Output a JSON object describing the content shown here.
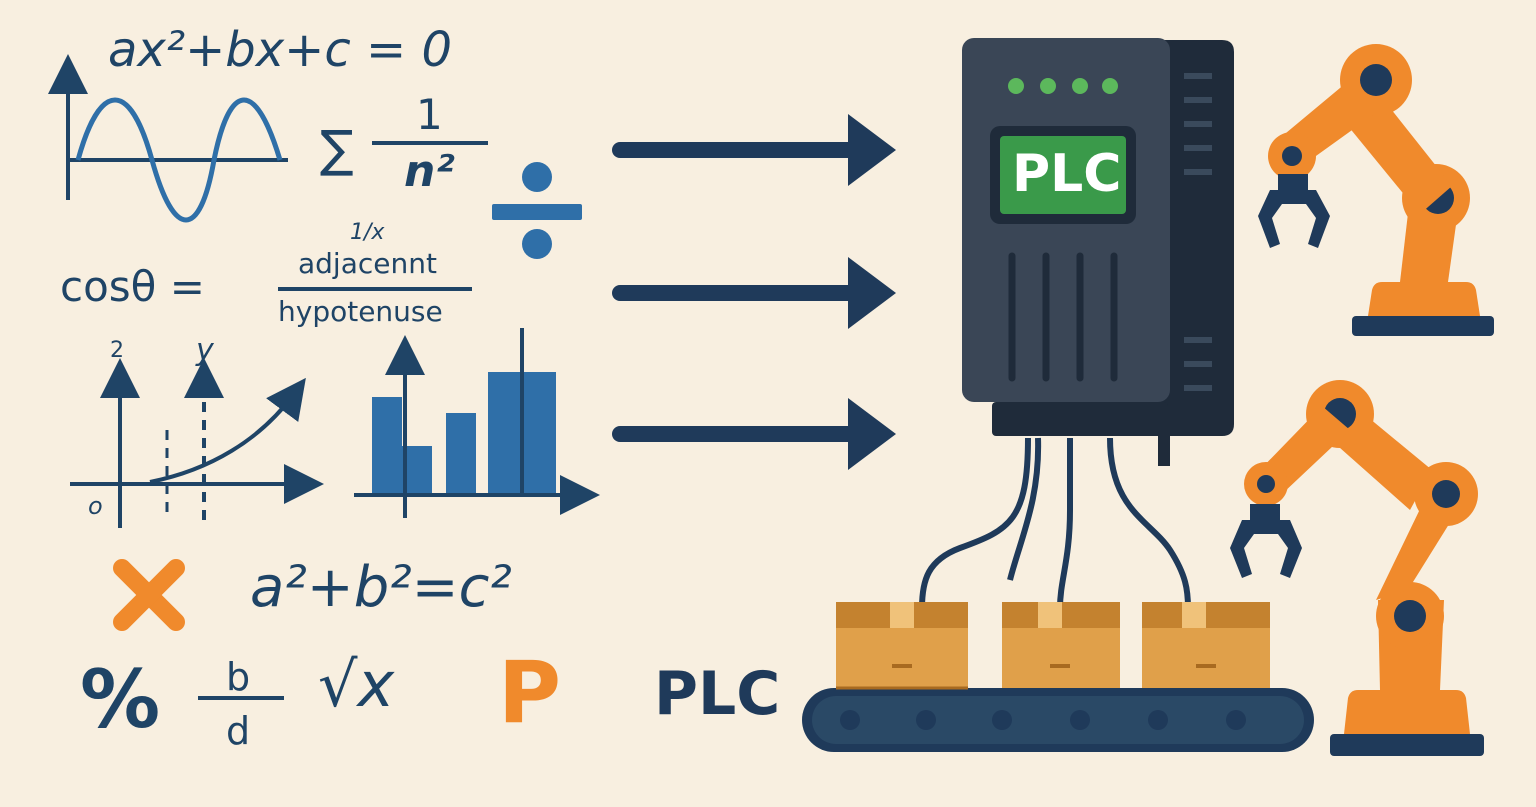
{
  "math": {
    "quadratic": "ax²+bx+c = 0",
    "sum_symbol": "∑",
    "sum_numerator": "1",
    "sum_denominator": "n²",
    "cos_lhs": "cosθ =",
    "cos_extra": "1/x",
    "cos_numerator": "adjacennt",
    "cos_denominator": "hypotenuse",
    "graph_y_tick": "2",
    "graph_y_label": "y",
    "graph_origin": "o",
    "pythagoras": "a²+b²=c²",
    "percent": "%",
    "frac_numerator": "b",
    "frac_denominator": "d",
    "sqrt": "√x",
    "p_symbol": "P"
  },
  "plc": {
    "device_label": "PLC",
    "caption": "PLC",
    "led_color": "#5cb85c"
  },
  "colors": {
    "navy": "#1f3a5a",
    "blue": "#2f6fa8",
    "orange": "#f08a2c",
    "green": "#3a9a4a",
    "box": "#e0a04a",
    "device": "#3a4656"
  }
}
